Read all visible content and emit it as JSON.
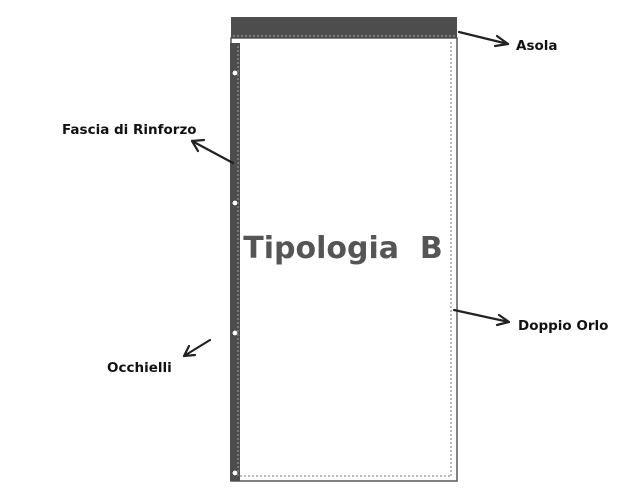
{
  "diagram": {
    "title": "Tipologia  B",
    "labels": {
      "asola": "Asola",
      "fascia": "Fascia di Rinforzo",
      "occhielli": "Occhielli",
      "doppio_orlo": "Doppio Orlo"
    },
    "colors": {
      "band": "#4d4d4d",
      "outline": "#555555",
      "title": "#555555",
      "text": "#111111"
    }
  }
}
